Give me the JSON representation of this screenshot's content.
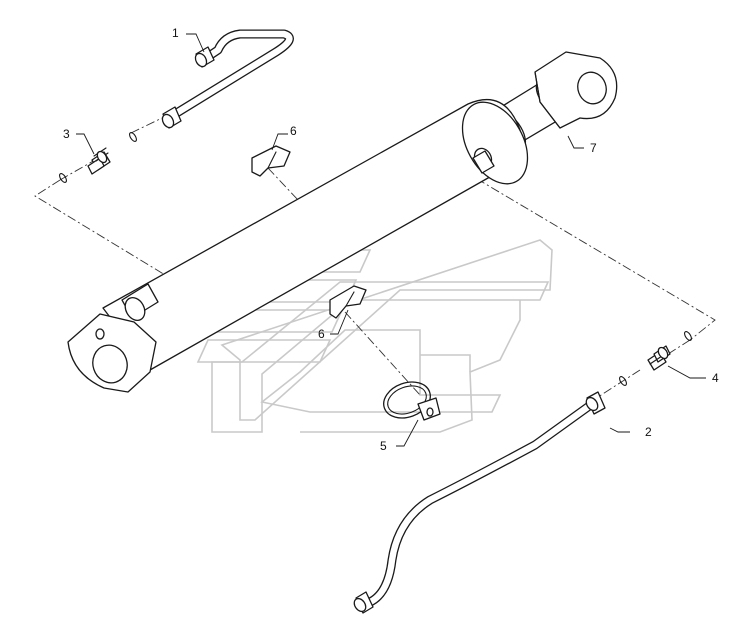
{
  "diagram": {
    "callouts": [
      {
        "id": "1",
        "label": "1"
      },
      {
        "id": "2",
        "label": "2"
      },
      {
        "id": "3",
        "label": "3"
      },
      {
        "id": "4",
        "label": "4"
      },
      {
        "id": "5",
        "label": "5"
      },
      {
        "id": "6a",
        "label": "6"
      },
      {
        "id": "6b",
        "label": "6"
      },
      {
        "id": "7",
        "label": "7"
      }
    ]
  },
  "colors": {
    "line": "#1a1a1a",
    "watermark": "#c9c9c9",
    "background": "#ffffff"
  }
}
